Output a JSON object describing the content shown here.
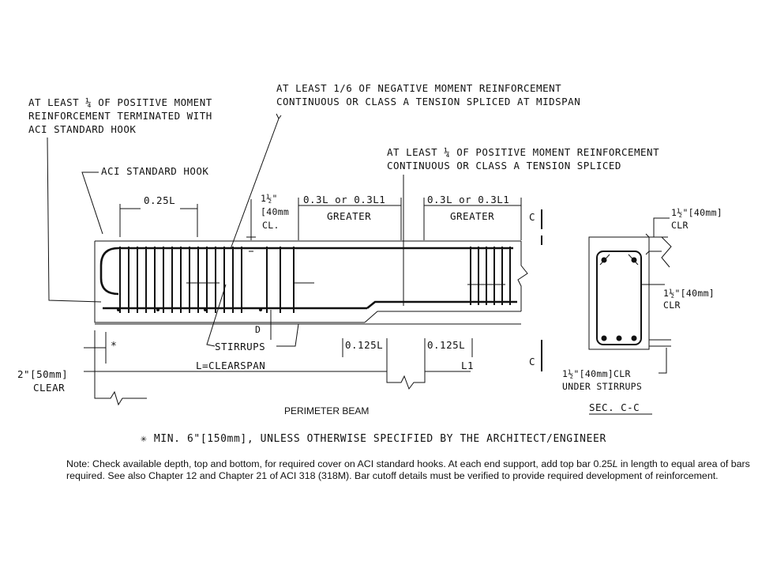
{
  "labels": {
    "pos_hook_1": "AT LEAST ¼ OF POSITIVE MOMENT",
    "pos_hook_2": "REINFORCEMENT TERMINATED WITH",
    "pos_hook_3": "ACI STANDARD HOOK",
    "neg_cont_1": "AT LEAST 1/6 OF NEGATIVE MOMENT REINFORCEMENT",
    "neg_cont_2": "CONTINUOUS OR CLASS A TENSION SPLICED AT MIDSPAN",
    "pos_cont_1": "AT LEAST ¼ OF POSITIVE MOMENT REINFORCEMENT",
    "pos_cont_2": "CONTINUOUS OR CLASS A TENSION SPLICED",
    "std_hook": "ACI STANDARD HOOK",
    "dim_025L": "0.25L",
    "clr_top_1": "1½\"",
    "clr_top_2": "[40mm",
    "clr_top_3": "CL.",
    "dim_03L_left": "0.3L or 0.3L1",
    "greater_left": "GREATER",
    "dim_03L_right": "0.3L or 0.3L1",
    "greater_right": "GREATER",
    "section_mark_top": "C",
    "section_mark_bottom": "C",
    "d_label": "D",
    "stirrups": "STIRRUPS",
    "dim_0125L_left": "0.125L",
    "dim_0125L_right": "0.125L",
    "clearspan": "L=CLEARSPAN",
    "L1": "L1",
    "star_mark": "*",
    "clear_1": "2\"[50mm]",
    "clear_2": "CLEAR",
    "sec_clr_top_1": "1½\"[40mm]",
    "sec_clr_top_2": "CLR",
    "sec_clr_side_1": "1½\"[40mm]",
    "sec_clr_side_2": "CLR",
    "sec_clr_bot_1": "1½\"[40mm]CLR",
    "sec_clr_bot_2": "UNDER STIRRUPS",
    "perimeter_beam": "PERIMETER BEAM",
    "sec_cc": "SEC. C-C",
    "footnote": "✳ MIN. 6\"[150mm], UNLESS OTHERWISE SPECIFIED BY THE ARCHITECT/ENGINEER"
  },
  "note": {
    "prefix": "Note: Check available depth, top and bottom, for required cover on ACI standard hooks. At each end support, add top bar 0.25",
    "italic": "L",
    "suffix": " in length to equal area of bars required. See also Chapter 12 and Chapter 21 of ACI 318 (318M). Bar cutoff details must be verified to provide required development of reinforcement."
  }
}
